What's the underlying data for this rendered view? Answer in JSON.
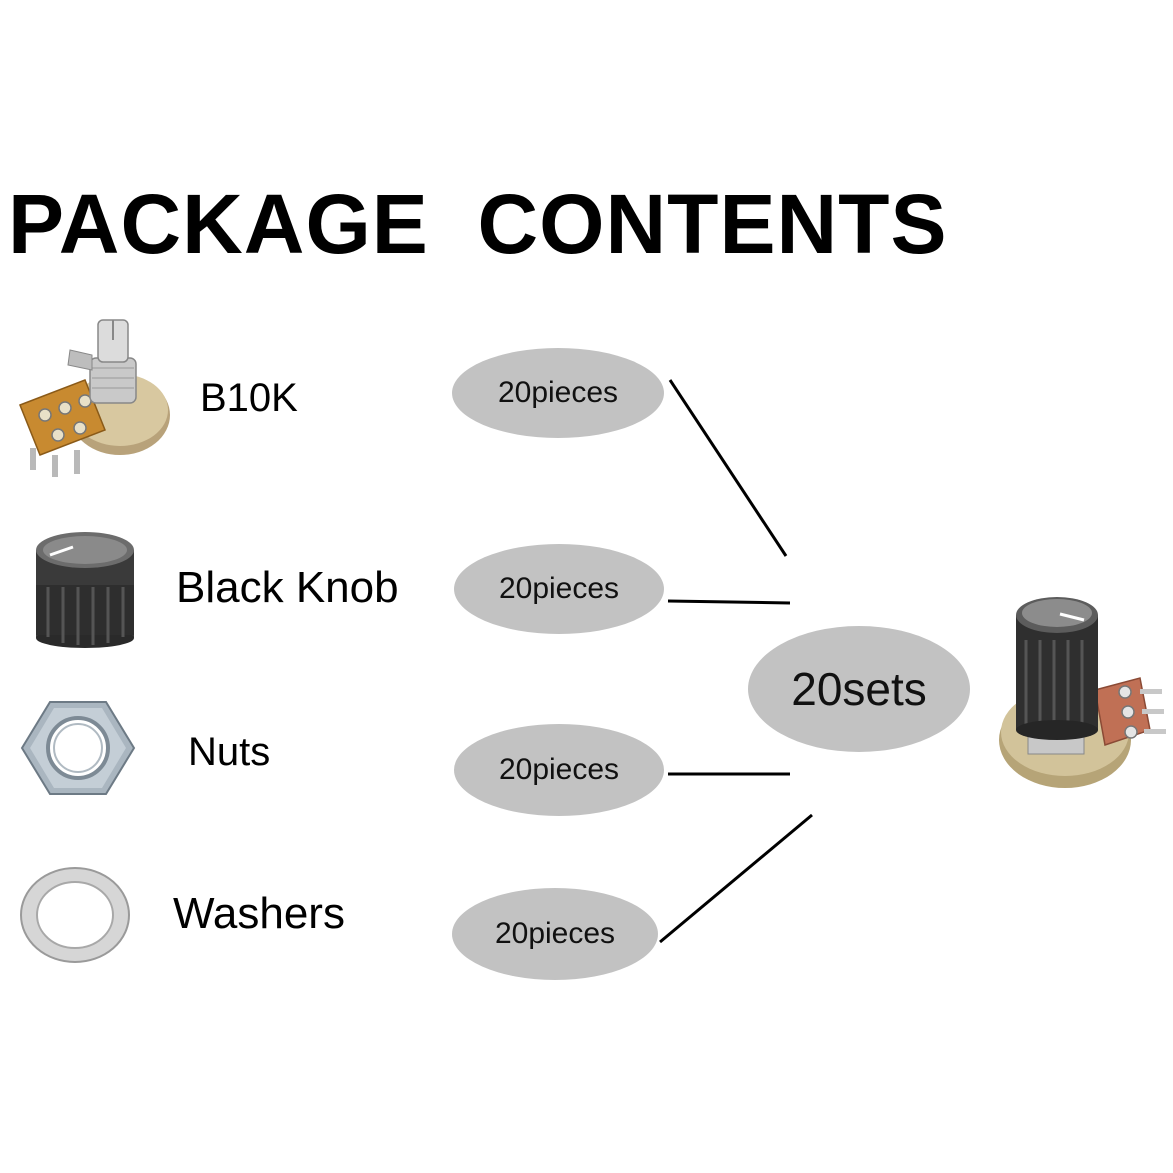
{
  "title": "PACKAGE  CONTENTS",
  "items": [
    {
      "label": "B10K",
      "quantity": "20pieces",
      "icon": "potentiometer-icon"
    },
    {
      "label": "Black Knob",
      "quantity": "20pieces",
      "icon": "knob-icon"
    },
    {
      "label": "Nuts",
      "quantity": "20pieces",
      "icon": "hex-nut-icon"
    },
    {
      "label": "Washers",
      "quantity": "20pieces",
      "icon": "washer-icon"
    }
  ],
  "total": {
    "quantity": "20sets",
    "icon": "assembled-potentiometer-icon"
  },
  "colors": {
    "pill": "#c2c2c2",
    "background": "#ffffff",
    "text": "#000000"
  }
}
